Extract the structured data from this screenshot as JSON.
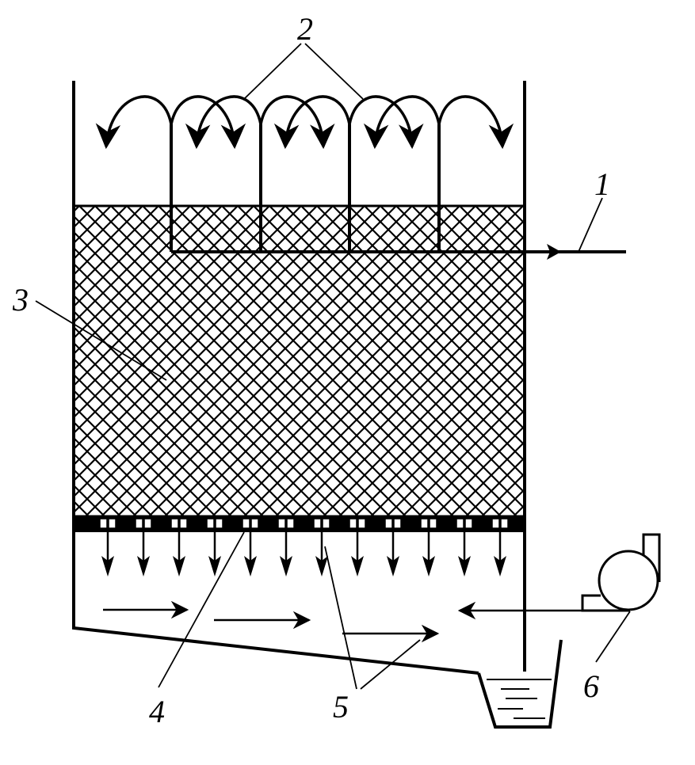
{
  "labels": {
    "l1": "1",
    "l2": "2",
    "l3": "3",
    "l4": "4",
    "l5": "5",
    "l6": "6"
  },
  "colors": {
    "ink": "#000000",
    "background": "#ffffff"
  },
  "parts": {
    "inlet_pipe": "arrow-right-icon",
    "sprinkler_nozzles": "nozzle-icon",
    "packing_media": "mesh-pattern",
    "grate": "grate",
    "air_flow": "arrow-icon",
    "blower": "fan-icon",
    "sump": "water-tank"
  }
}
